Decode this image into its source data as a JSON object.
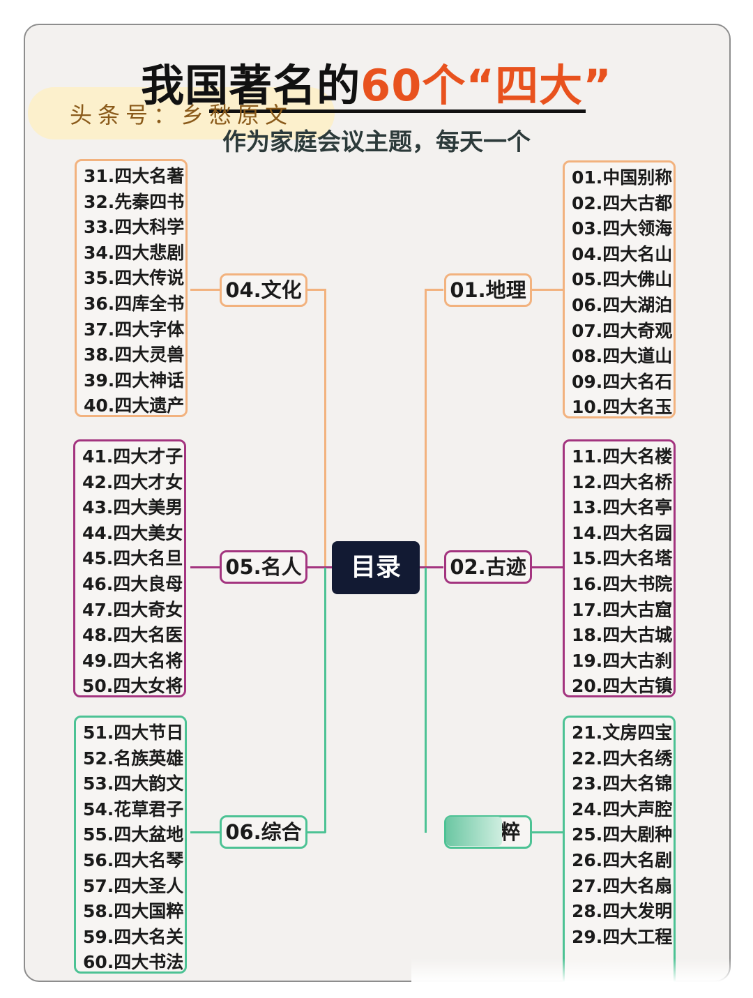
{
  "title": {
    "prefix": "我国著名的",
    "highlight": "60个“四大”"
  },
  "subtitle": "作为家庭会议主题，每天一个",
  "watermark": "头条号：乡愁原文",
  "center": "目录",
  "colors": {
    "orange": "#f2b27e",
    "purple": "#a3347f",
    "green": "#4cc294",
    "title_highlight": "#e8521e",
    "center_bg": "#121a33"
  },
  "nodes": {
    "n01": "01.地理",
    "n02": "02.古迹",
    "n03": "粹",
    "n04": "04.文化",
    "n05": "05.名人",
    "n06": "06.综合"
  },
  "lists": {
    "geo": [
      "01.中国别称",
      "02.四大古都",
      "03.四大领海",
      "04.四大名山",
      "05.四大佛山",
      "06.四大湖泊",
      "07.四大奇观",
      "08.四大道山",
      "09.四大名石",
      "10.四大名玉"
    ],
    "relics": [
      "11.四大名楼",
      "12.四大名桥",
      "13.四大名亭",
      "14.四大名园",
      "15.四大名塔",
      "16.四大书院",
      "17.四大古窟",
      "18.四大古城",
      "19.四大古刹",
      "20.四大古镇"
    ],
    "essence": [
      "21.文房四宝",
      "22.四大名绣",
      "23.四大名锦",
      "24.四大声腔",
      "25.四大剧种",
      "26.四大名剧",
      "27.四大名扇",
      "28.四大发明",
      "29.四大工程"
    ],
    "culture": [
      "31.四大名著",
      "32.先秦四书",
      "33.四大科学",
      "34.四大悲剧",
      "35.四大传说",
      "36.四库全书",
      "37.四大字体",
      "38.四大灵兽",
      "39.四大神话",
      "40.四大遗产"
    ],
    "people": [
      "41.四大才子",
      "42.四大才女",
      "43.四大美男",
      "44.四大美女",
      "45.四大名旦",
      "46.四大良母",
      "47.四大奇女",
      "48.四大名医",
      "49.四大名将",
      "50.四大女将"
    ],
    "misc": [
      "51.四大节日",
      "52.名族英雄",
      "53.四大韵文",
      "54.花草君子",
      "55.四大盆地",
      "56.四大名琴",
      "57.四大圣人",
      "58.四大国粹",
      "59.四大名关",
      "60.四大书法"
    ]
  }
}
